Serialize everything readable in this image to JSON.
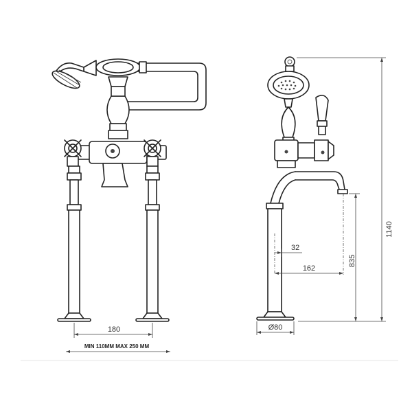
{
  "dimensions": {
    "overall_height": "1140",
    "spout_height": "835",
    "spout_reach": "162",
    "pipe_offset": "32",
    "base_diameter": "Ø80",
    "centres": "180",
    "centres_range": "MIN 110MM  MAX 250 MM"
  },
  "colors": {
    "line": "#222222",
    "dimension": "#444444",
    "background": "#ffffff"
  }
}
